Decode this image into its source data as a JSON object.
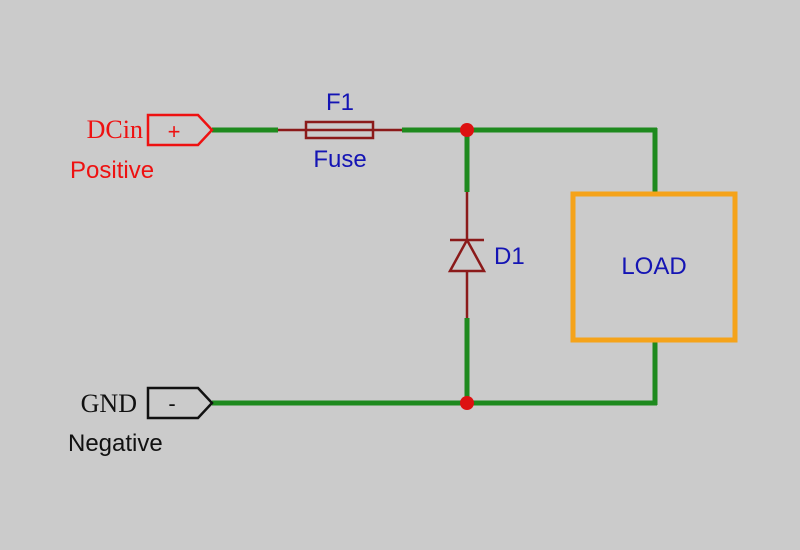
{
  "colors": {
    "background": "#cbcbcb",
    "wire": "#1e8a1e",
    "component": "#8b1a1a",
    "junction": "#dd1111",
    "power_label": "#ee1111",
    "designator": "#1414b4",
    "ground_text": "#111111",
    "load_border": "#f5a31a"
  },
  "ports": {
    "positive": {
      "net_name": "DCin",
      "symbol": "+",
      "caption": "Positive"
    },
    "negative": {
      "net_name": "GND",
      "symbol": "-",
      "caption": "Negative"
    }
  },
  "components": {
    "fuse": {
      "designator": "F1",
      "value": "Fuse"
    },
    "diode": {
      "designator": "D1"
    },
    "load": {
      "label": "LOAD"
    }
  }
}
